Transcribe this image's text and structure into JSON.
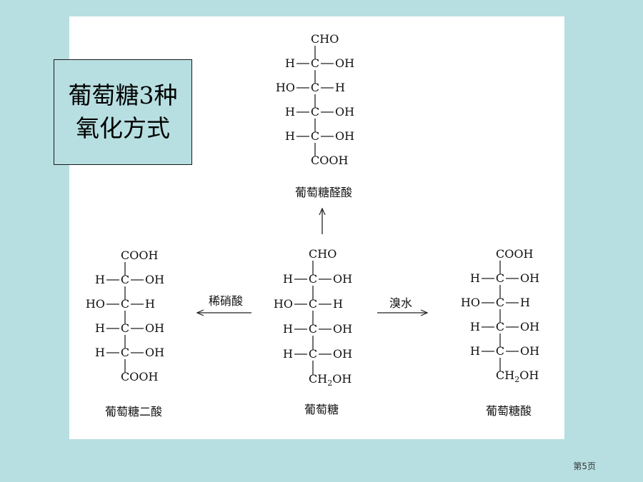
{
  "title_line1": "葡萄糖3种",
  "title_line2": "氧化方式",
  "page_number": "第5页",
  "colors": {
    "slide_background": "#b7dfe1",
    "panel_background": "#ffffff",
    "ink": "#111111"
  },
  "molecules": {
    "glucuronic_acid": {
      "name": "葡萄糖醛酸",
      "top": "CHO",
      "rows": [
        {
          "left": "H",
          "right": "OH"
        },
        {
          "left": "HO",
          "right": "H"
        },
        {
          "left": "H",
          "right": "OH"
        },
        {
          "left": "H",
          "right": "OH"
        }
      ],
      "bottom": "COOH"
    },
    "glucaric_acid": {
      "name": "葡萄糖二酸",
      "top": "COOH",
      "rows": [
        {
          "left": "H",
          "right": "OH"
        },
        {
          "left": "HO",
          "right": "H"
        },
        {
          "left": "H",
          "right": "OH"
        },
        {
          "left": "H",
          "right": "OH"
        }
      ],
      "bottom": "COOH"
    },
    "glucose": {
      "name": "葡萄糖",
      "top": "CHO",
      "rows": [
        {
          "left": "H",
          "right": "OH"
        },
        {
          "left": "HO",
          "right": "H"
        },
        {
          "left": "H",
          "right": "OH"
        },
        {
          "left": "H",
          "right": "OH"
        }
      ],
      "bottom": "CH2OH"
    },
    "gluconic_acid": {
      "name": "葡萄糖酸",
      "top": "COOH",
      "rows": [
        {
          "left": "H",
          "right": "OH"
        },
        {
          "left": "HO",
          "right": "H"
        },
        {
          "left": "H",
          "right": "OH"
        },
        {
          "left": "H",
          "right": "OH"
        }
      ],
      "bottom": "CH2OH"
    }
  },
  "reagents": {
    "nitric_acid": "稀硝酸",
    "bromine_water": "溴水"
  }
}
